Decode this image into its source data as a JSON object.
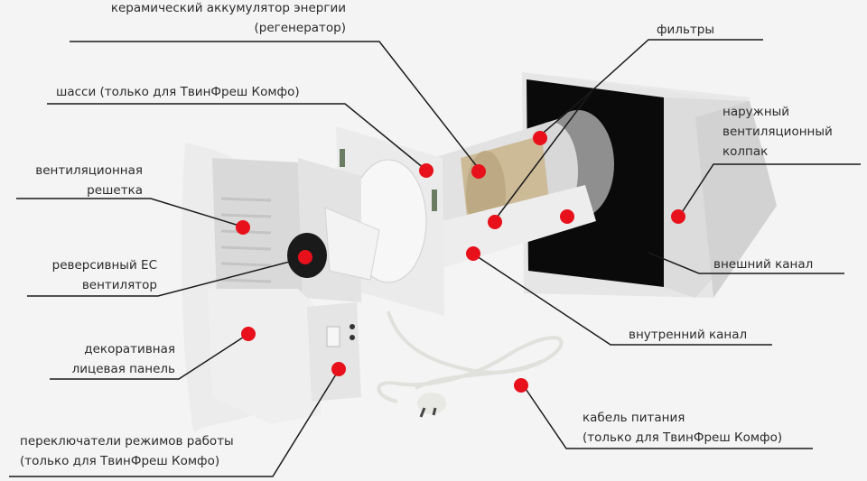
{
  "diagram": {
    "title": "",
    "marker_color": "#e8111b",
    "leader_color": "#1a1a1a",
    "components": [
      {
        "id": "regenerator",
        "lines": [
          "керамический аккумулятор энергии",
          "(регенератор)"
        ]
      },
      {
        "id": "filters",
        "lines": [
          "фильтры"
        ]
      },
      {
        "id": "chassis",
        "lines": [
          "шасси (только для ТвинФреш Комфо)"
        ]
      },
      {
        "id": "outer-hood",
        "lines": [
          "наружный",
          "вентиляционный",
          "колпак"
        ]
      },
      {
        "id": "vent-grille",
        "lines": [
          "вентиляционная",
          "решетка"
        ]
      },
      {
        "id": "ec-fan",
        "lines": [
          "реверсивный ЕС",
          "вентилятор"
        ]
      },
      {
        "id": "outer-duct",
        "lines": [
          "внешний канал"
        ]
      },
      {
        "id": "inner-duct",
        "lines": [
          "внутренний канал"
        ]
      },
      {
        "id": "front-panel",
        "lines": [
          "декоративная",
          "лицевая панель"
        ]
      },
      {
        "id": "power-cable",
        "lines": [
          "кабель питания",
          "(только для ТвинФреш Комфо)"
        ]
      },
      {
        "id": "mode-switches",
        "lines": [
          "переключатели режимов работы",
          "(только для ТвинФреш Комфо)"
        ]
      }
    ]
  }
}
